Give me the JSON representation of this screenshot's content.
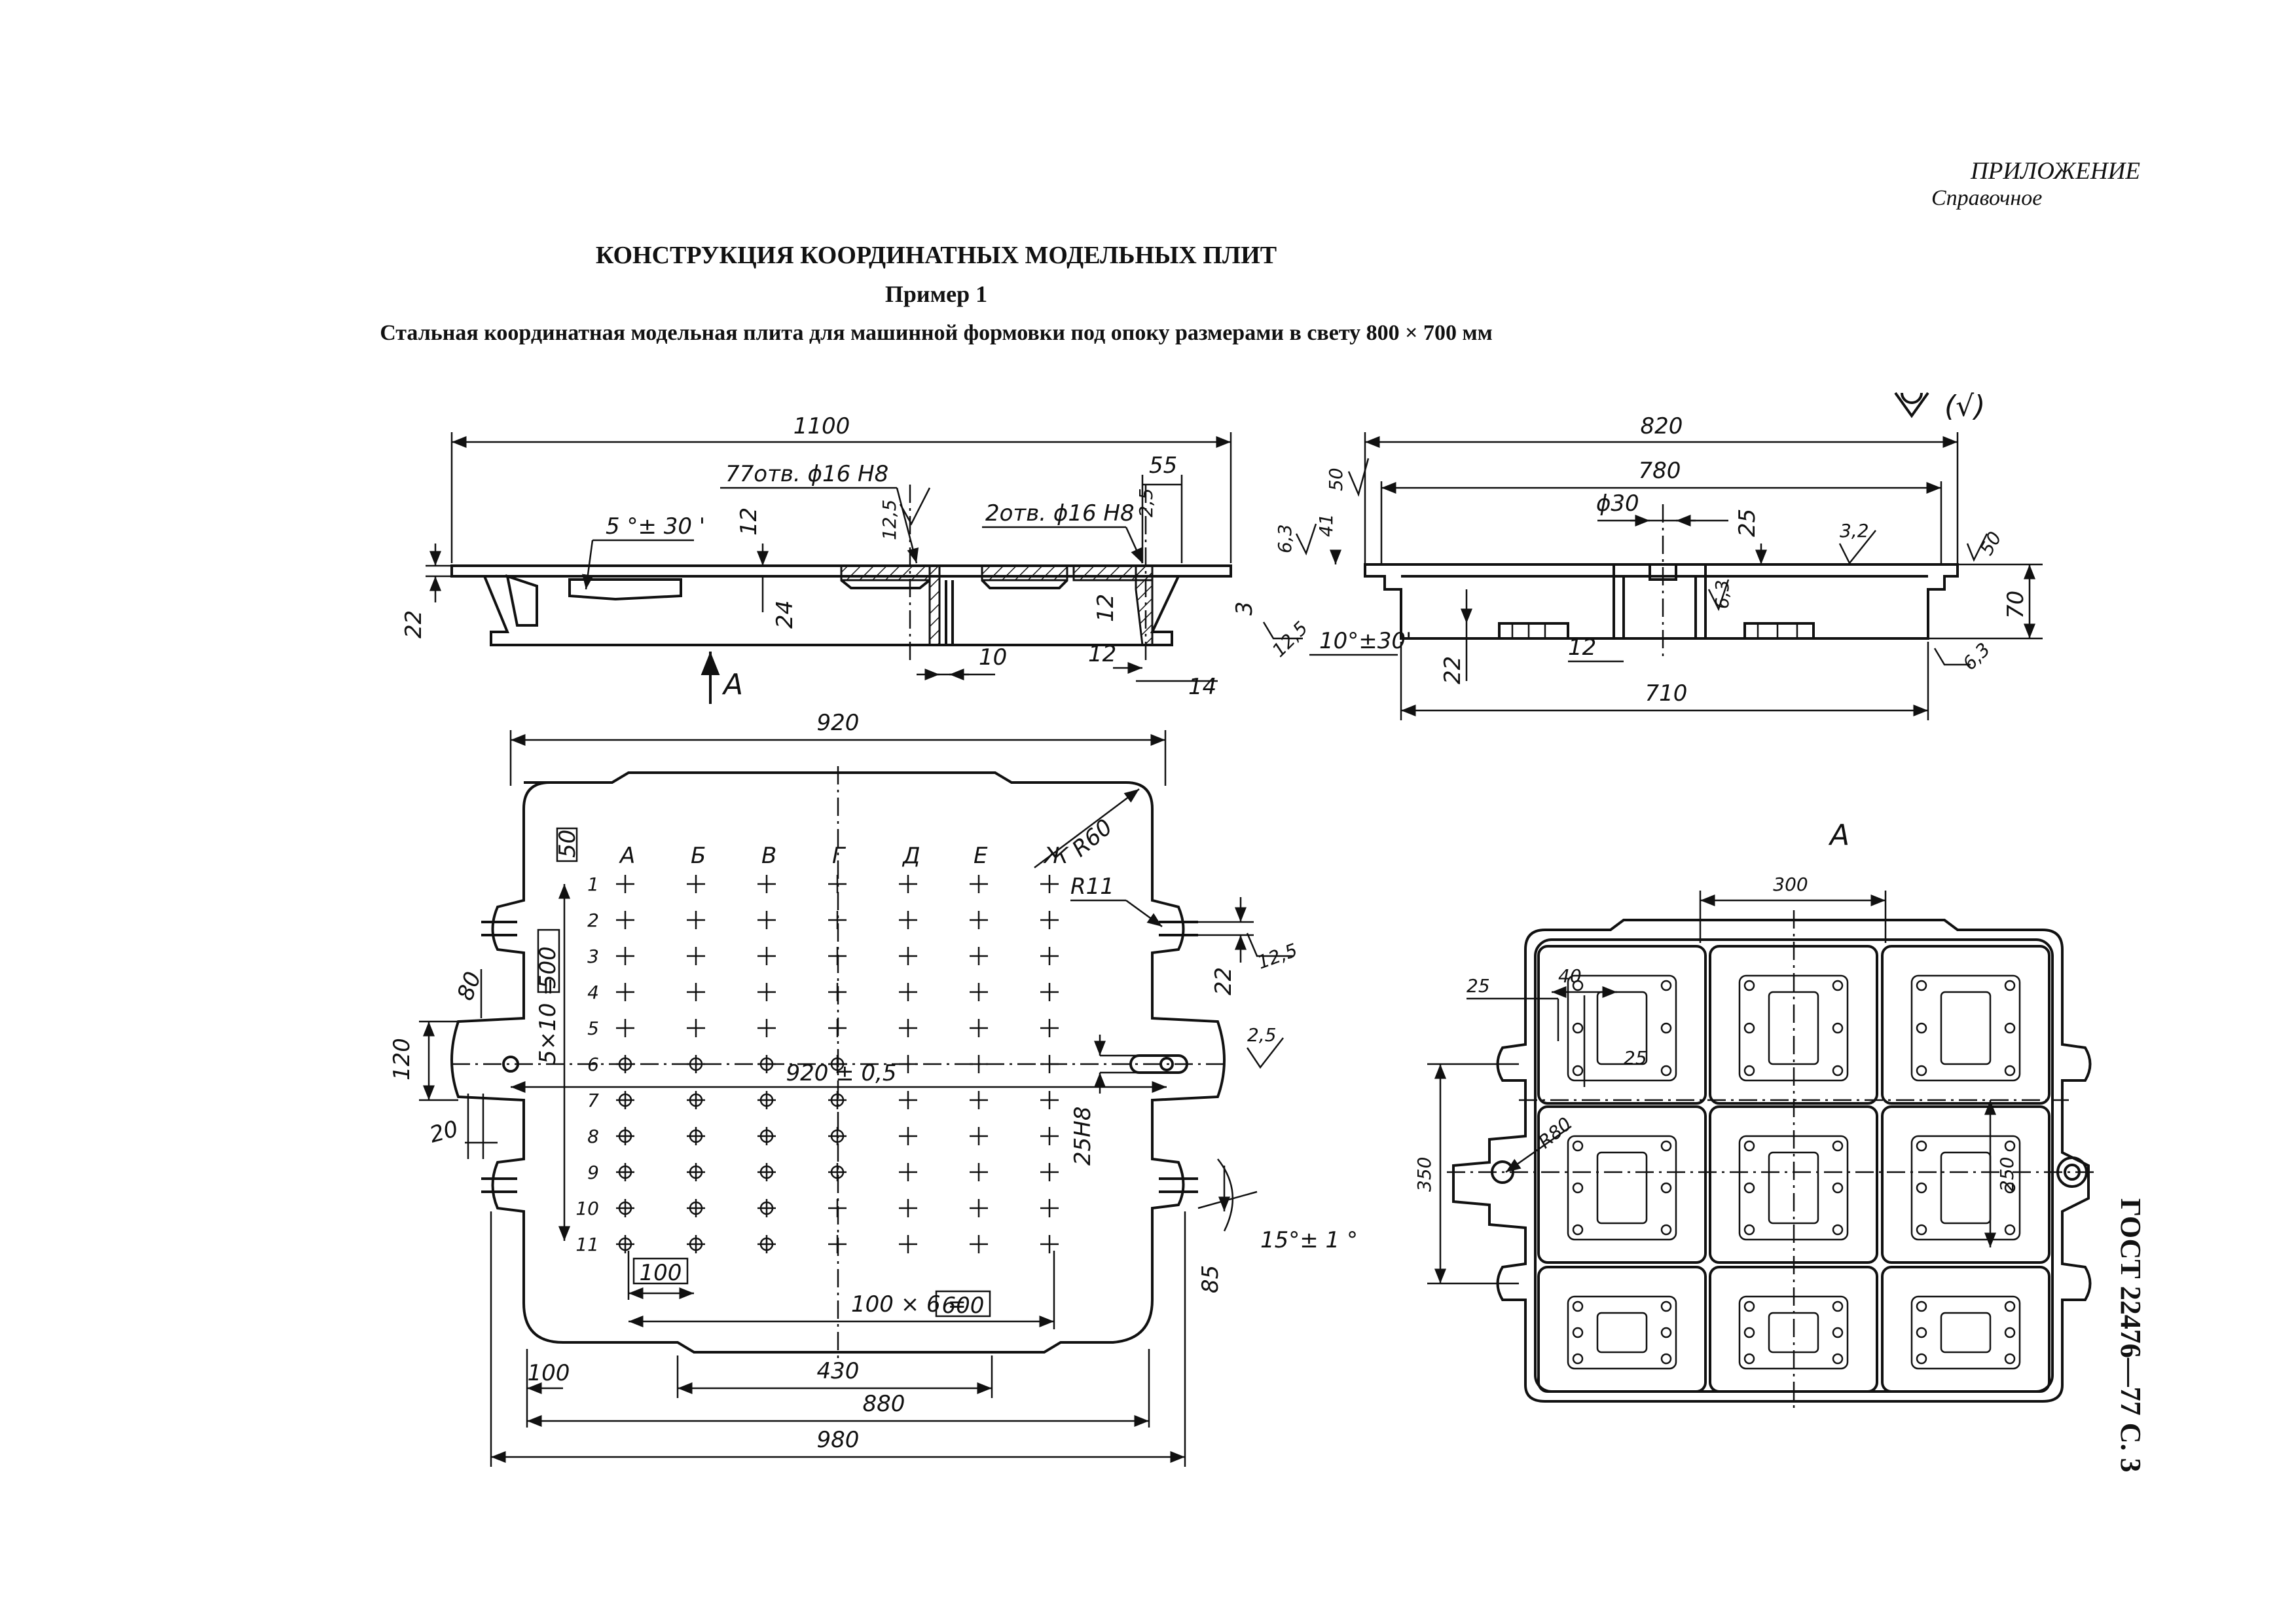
{
  "header": {
    "appendix": "ПРИЛОЖЕНИЕ",
    "appendix_type": "Справочное",
    "title": "КОНСТРУКЦИЯ КООРДИНАТНЫХ МОДЕЛЬНЫХ ПЛИТ",
    "example": "Пример 1",
    "subtitle": "Стальная координатная модельная плита для машинной формовки под опоку размерами в свету 800 × 700 мм"
  },
  "side_label": "ГОСТ 22476—77 С. 3",
  "roughness_symbol": "(√)",
  "section_view": {
    "dims": {
      "overall": "1100",
      "holes_a": "77отв. ϕ16 H8",
      "holes_b": "2отв. ϕ16 H8",
      "angle": "5 °± 30 '",
      "d12a": "12",
      "d12_5": "12,5",
      "d55": "55",
      "d2_5": "2,5",
      "d24": "24",
      "d22": "22",
      "d10": "10",
      "d12b": "12",
      "d12c": "12",
      "d14": "14",
      "view_a": "A"
    }
  },
  "side_view": {
    "dims": {
      "overall": "820",
      "inner": "780",
      "bore": "ϕ30",
      "d50a": "50",
      "d50b": "50",
      "d41": "41",
      "d6_3a": "6,3",
      "d6_3b": "6,3",
      "d6_3c": "6,3",
      "d3": "3",
      "d12_5": "12,5",
      "angle": "10°±30'",
      "d25": "25",
      "d3_2": "3,2",
      "d70": "70",
      "d22": "22",
      "d12": "12",
      "d710": "710"
    }
  },
  "plan_view": {
    "columns": [
      "А",
      "Б",
      "В",
      "Г",
      "Д",
      "Е",
      "Ж"
    ],
    "rows": [
      "1",
      "2",
      "3",
      "4",
      "5",
      "6",
      "7",
      "8",
      "9",
      "10",
      "11"
    ],
    "dims": {
      "width": "920",
      "r60": "R60",
      "r11": "R11",
      "d50": "50",
      "pitch_v": "5×10 =",
      "pitch_v_total": "500",
      "d80": "80",
      "d120": "120",
      "d20": "20",
      "span": "920 ± 0,5",
      "d25h8": "25H8",
      "d22": "22",
      "d12_5": "12,5",
      "d2_5": "2,5",
      "angle": "15°± 1 °",
      "d85": "85",
      "d100a": "100",
      "pitch_h": "100 × 6 =",
      "pitch_h_total": "600",
      "d100b": "100",
      "d430": "430",
      "d880": "880",
      "d980": "980"
    }
  },
  "view_a": {
    "label": "A",
    "dims": {
      "d300": "300",
      "d25a": "25",
      "d40": "40",
      "d25b": "25",
      "r80": "R80",
      "d350": "350",
      "d250": "250"
    }
  }
}
